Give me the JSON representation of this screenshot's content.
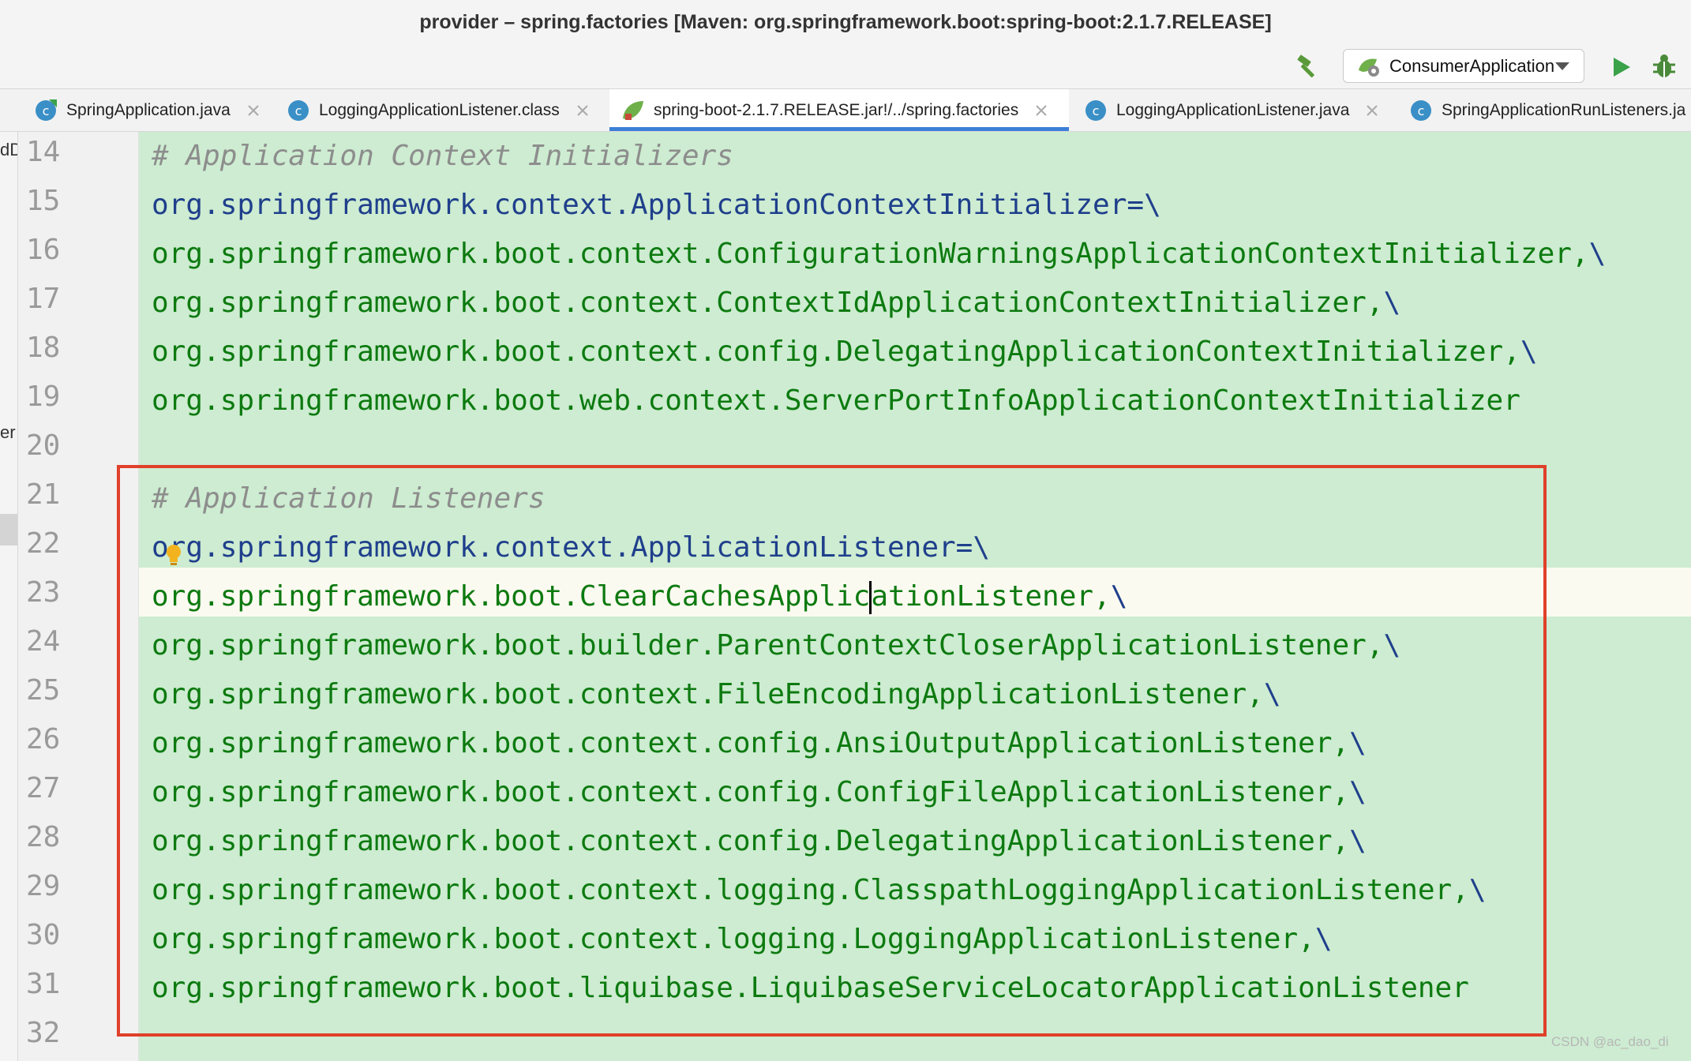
{
  "window": {
    "title": "provider – spring.factories [Maven: org.springframework.boot:spring-boot:2.1.7.RELEASE]"
  },
  "toolbar": {
    "run_config_label": "ConsumerApplication"
  },
  "tabs": [
    {
      "label": "SpringApplication.java",
      "icon": "java-class-icon",
      "active": false
    },
    {
      "label": "LoggingApplicationListener.class",
      "icon": "java-class-icon",
      "active": false
    },
    {
      "label": "spring-boot-2.1.7.RELEASE.jar!/../spring.factories",
      "icon": "spring-icon",
      "active": true
    },
    {
      "label": "LoggingApplicationListener.java",
      "icon": "java-class-icon",
      "active": false
    },
    {
      "label": "SpringApplicationRunListeners.ja",
      "icon": "java-class-icon",
      "active": false
    }
  ],
  "left_strip": {
    "frag_top": "dD",
    "frag_mid": "er"
  },
  "editor": {
    "caret_line": "23",
    "lines": [
      {
        "num": "14",
        "comment": "# Application Context Initializers"
      },
      {
        "num": "15",
        "key": "org.springframework.context.ApplicationContextInitializer",
        "sep": "=\\"
      },
      {
        "num": "16",
        "value": "org.springframework.boot.context.ConfigurationWarningsApplicationContextInitializer,",
        "sep": "\\"
      },
      {
        "num": "17",
        "value": "org.springframework.boot.context.ContextIdApplicationContextInitializer,",
        "sep": "\\"
      },
      {
        "num": "18",
        "value": "org.springframework.boot.context.config.DelegatingApplicationContextInitializer,",
        "sep": "\\"
      },
      {
        "num": "19",
        "value": "org.springframework.boot.web.context.ServerPortInfoApplicationContextInitializer"
      },
      {
        "num": "20"
      },
      {
        "num": "21",
        "comment": "# Application Listeners"
      },
      {
        "num": "22",
        "key": "org.springframework.context.ApplicationListener",
        "sep": "=\\"
      },
      {
        "num": "23",
        "value_before_caret": "org.springframework.boot.ClearCachesApplic",
        "value_after_caret": "ationListener,",
        "sep": "\\"
      },
      {
        "num": "24",
        "value": "org.springframework.boot.builder.ParentContextCloserApplicationListener,",
        "sep": "\\"
      },
      {
        "num": "25",
        "value": "org.springframework.boot.context.FileEncodingApplicationListener,",
        "sep": "\\"
      },
      {
        "num": "26",
        "value": "org.springframework.boot.context.config.AnsiOutputApplicationListener,",
        "sep": "\\"
      },
      {
        "num": "27",
        "value": "org.springframework.boot.context.config.ConfigFileApplicationListener,",
        "sep": "\\"
      },
      {
        "num": "28",
        "value": "org.springframework.boot.context.config.DelegatingApplicationListener,",
        "sep": "\\"
      },
      {
        "num": "29",
        "value": "org.springframework.boot.context.logging.ClasspathLoggingApplicationListener,",
        "sep": "\\"
      },
      {
        "num": "30",
        "value": "org.springframework.boot.context.logging.LoggingApplicationListener,",
        "sep": "\\"
      },
      {
        "num": "31",
        "value": "org.springframework.boot.liquibase.LiquibaseServiceLocatorApplicationListener"
      },
      {
        "num": "32"
      }
    ]
  },
  "watermark": "CSDN @ac_dao_di",
  "colors": {
    "editor_bg": "#cdecd1",
    "caret_line_bg": "#fbfaf0",
    "comment": "#8d8d8d",
    "key": "#1f3f8c",
    "value": "#0d7a10",
    "highlight_box": "#e0402a",
    "active_tab_underline": "#3d7fd6"
  }
}
